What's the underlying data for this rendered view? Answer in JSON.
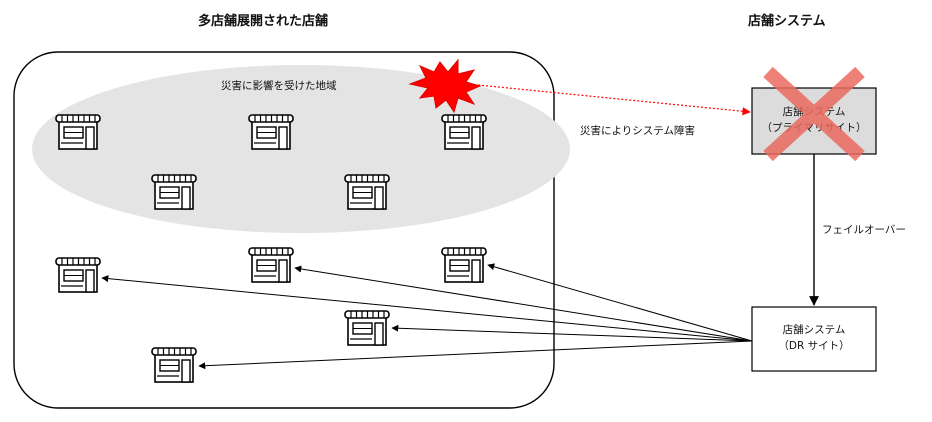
{
  "titles": {
    "left": "多店舗展開された店舗",
    "right": "店舗システム"
  },
  "labels": {
    "affected_area": "災害に影響を受けた地域",
    "disaster_failure": "災害によりシステム障害",
    "failover": "フェイルオーバー"
  },
  "primary": {
    "line1": "店舗システム",
    "line2": "（プライマリサイト）"
  },
  "dr": {
    "line1": "店舗システム",
    "line2": "（DR サイト）"
  },
  "icons": {
    "store": "store-icon",
    "explosion": "explosion-icon",
    "cross": "cross-icon"
  },
  "colors": {
    "affected_area_fill": "#e4e4e4",
    "primary_box_fill": "#dcdcdc",
    "cross": "#ea6b60",
    "explosion": "#ff0000",
    "disaster_arrow": "#ff0000"
  }
}
